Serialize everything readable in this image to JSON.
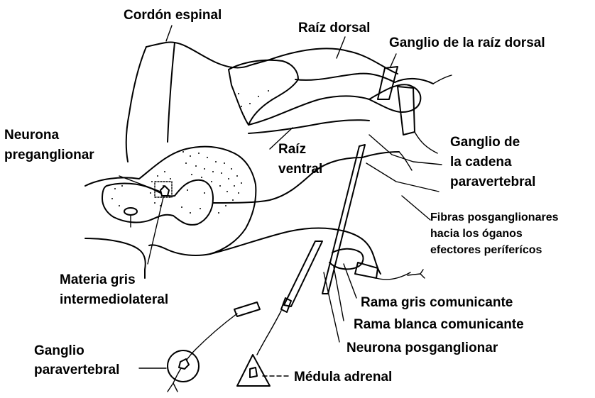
{
  "labels": {
    "cordon_espinal": "Cordón espinal",
    "raiz_dorsal": "Raíz dorsal",
    "ganglio_raiz_dorsal": "Ganglio de la raíz dorsal",
    "neurona_preganglionar_1": "Neurona",
    "neurona_preganglionar_2": "preganglionar",
    "raiz_ventral_1": "Raíz",
    "raiz_ventral_2": "ventral",
    "ganglio_cadena_1": "Ganglio de",
    "ganglio_cadena_2": "la cadena",
    "ganglio_cadena_3": "paravertebral",
    "fibras_1": "Fibras posganglionares",
    "fibras_2": "hacia los óganos",
    "fibras_3": "efectores períferícos",
    "materia_gris_1": "Materia gris",
    "materia_gris_2": "intermediolateral",
    "rama_gris": "Rama gris comunicante",
    "rama_blanca": "Rama blanca comunicante",
    "neurona_posganglionar": "Neurona posganglionar",
    "ganglio_paravertebral_1": "Ganglio",
    "ganglio_paravertebral_2": "paravertebral",
    "medula_adrenal": "Médula adrenal"
  }
}
